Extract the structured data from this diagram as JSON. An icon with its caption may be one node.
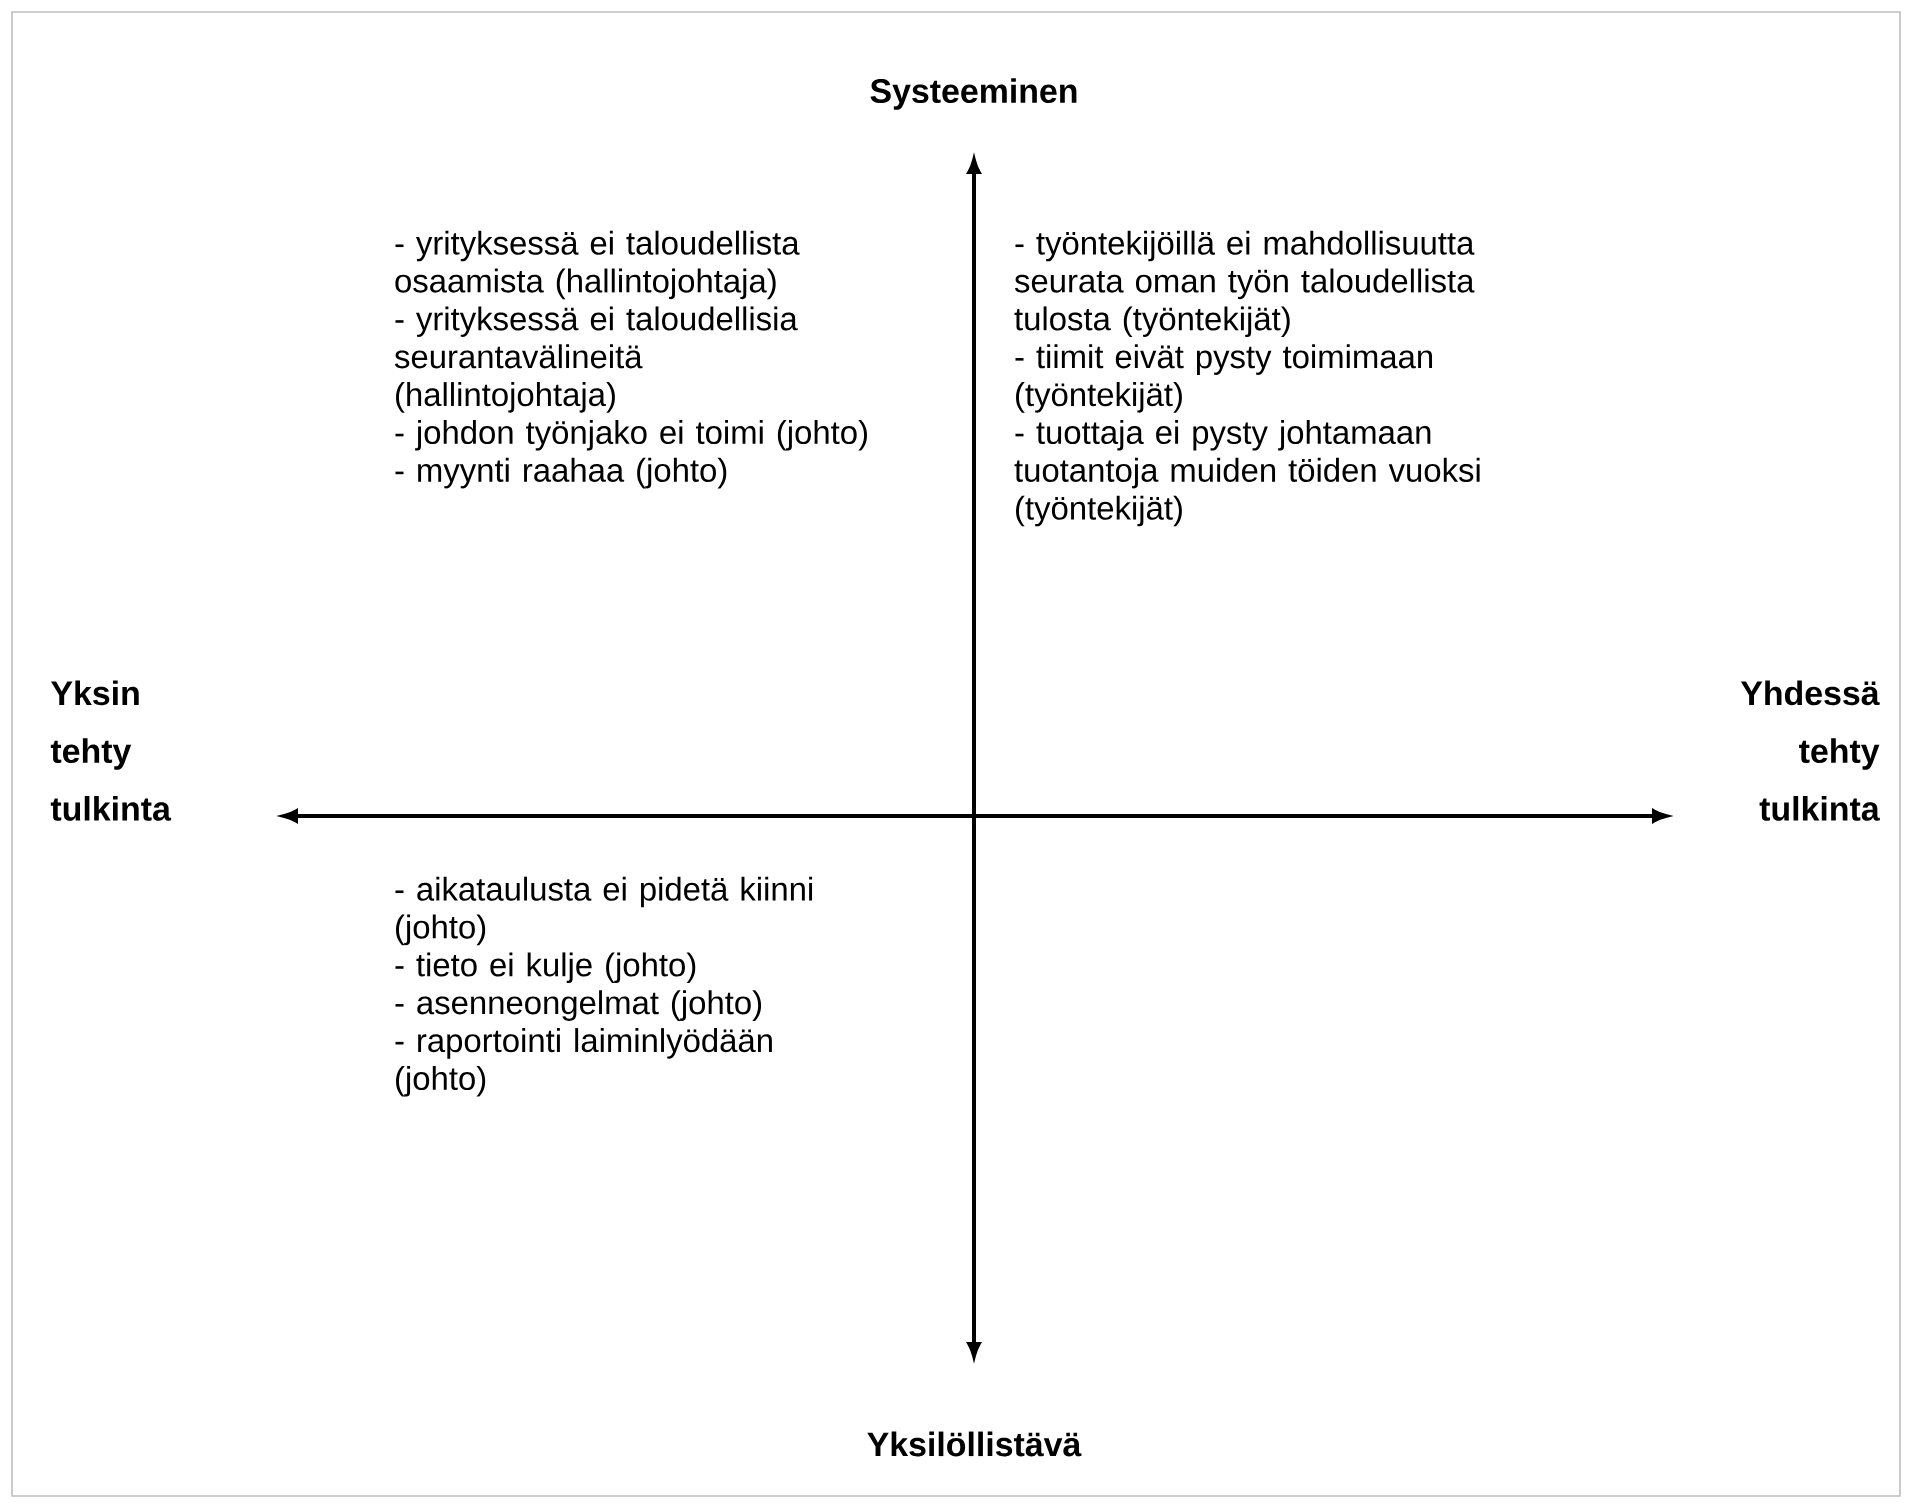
{
  "diagram": {
    "labels": [
      "Systeeminen",
      "- yrityksessä ei taloudellista osaamista (hallintojohtaja)",
      "- yrityksessä ei taloudellisia seurantavälineitä (hallintojohtaja)",
      "- johdon työnjako ei toimi (johto)",
      "- myynti raahaa (johto)",
      "- työntekijöillä ei mahdollisuutta seurata oman työn taloudellista tulosta (työntekijät)",
      "- tiimit eivät pysty toimimaan (työntekijät)",
      "- tuottaja ei pysty johtamaan tuotantoja muiden töiden vuoksi (työntekijät)",
      "Yksin tehty tulkinta",
      "Yhdessä tehty tulkinta",
      "- aikataulusta ei pidetä kiinni (johto)",
      "- tieto ei kulje (johto)",
      "- asenneongelmat (johto)",
      "- raportointi laiminlyödään (johto)",
      "Yksilöllistävä"
    ]
  }
}
